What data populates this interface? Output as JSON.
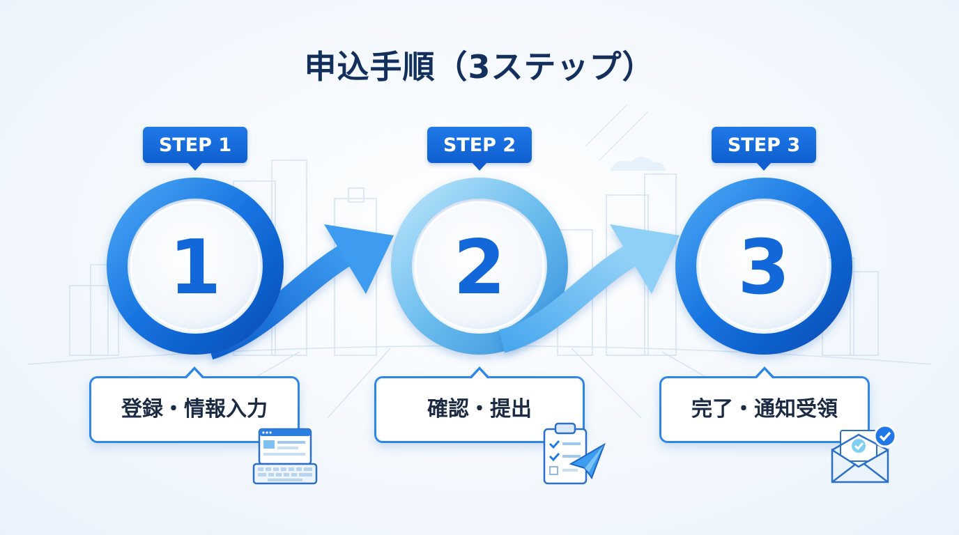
{
  "title": "申込手順（3ステップ）",
  "steps": [
    {
      "badge": "STEP 1",
      "number": "1",
      "label": "登録・情報入力",
      "icon": "form-keyboard-icon"
    },
    {
      "badge": "STEP 2",
      "number": "2",
      "label": "確認・提出",
      "icon": "checklist-paper-plane-icon"
    },
    {
      "badge": "STEP 3",
      "number": "3",
      "label": "完了・通知受領",
      "icon": "envelope-check-icon"
    }
  ],
  "colors": {
    "primary": "#1268d8",
    "ring_dark": "#0d5cc9",
    "ring_light": "#7cc4f0",
    "title": "#132f5c",
    "text": "#1b2b44",
    "border": "#2e86e6"
  }
}
